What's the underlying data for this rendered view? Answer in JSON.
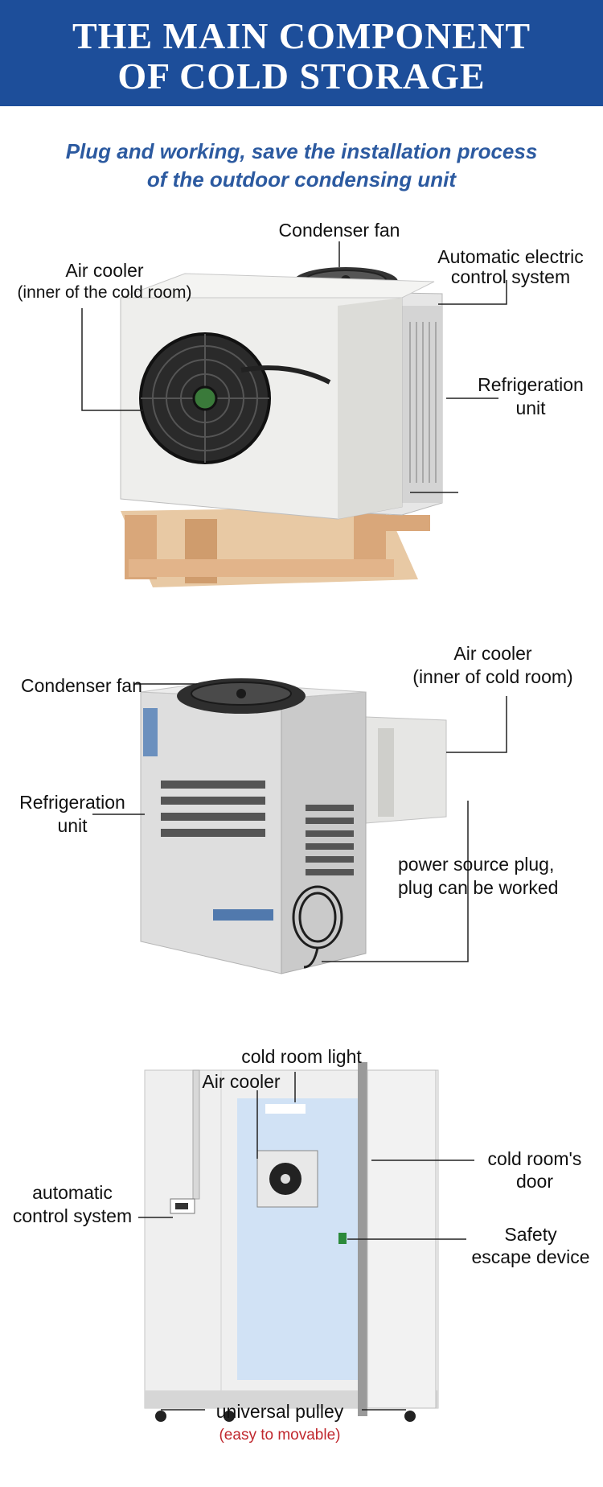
{
  "header": {
    "line1": "THE MAIN COMPONENT",
    "line2": "OF COLD STORAGE",
    "bg_color": "#1d4e9a"
  },
  "subtitle": {
    "line1": "Plug and working, save the installation process",
    "line2": "of the outdoor condensing unit",
    "color": "#2c5aa0"
  },
  "section1": {
    "condenser_fan": "Condenser fan",
    "air_cooler_line1": "Air cooler",
    "air_cooler_line2": "(inner of the cold room)",
    "auto_control_line1": "Automatic electric",
    "auto_control_line2": "control system",
    "refrigeration_line1": "Refrigeration",
    "refrigeration_line2": "unit"
  },
  "section2": {
    "condenser_fan": "Condenser fan",
    "air_cooler_line1": "Air cooler",
    "air_cooler_line2": "(inner of cold room)",
    "refrigeration_line1": "Refrigeration",
    "refrigeration_line2": "unit",
    "plug_line1": "power source plug,",
    "plug_line2": "plug can be worked"
  },
  "section3": {
    "light": "cold room light",
    "air_cooler": "Air cooler",
    "door_line1": "cold room's",
    "door_line2": "door",
    "auto_control_line1": "automatic",
    "auto_control_line2": "control system",
    "safety_line1": "Safety",
    "safety_line2": "escape device",
    "pulley": "universal pulley",
    "pulley_note": "(easy to movable)",
    "note_color": "#c0282e"
  }
}
